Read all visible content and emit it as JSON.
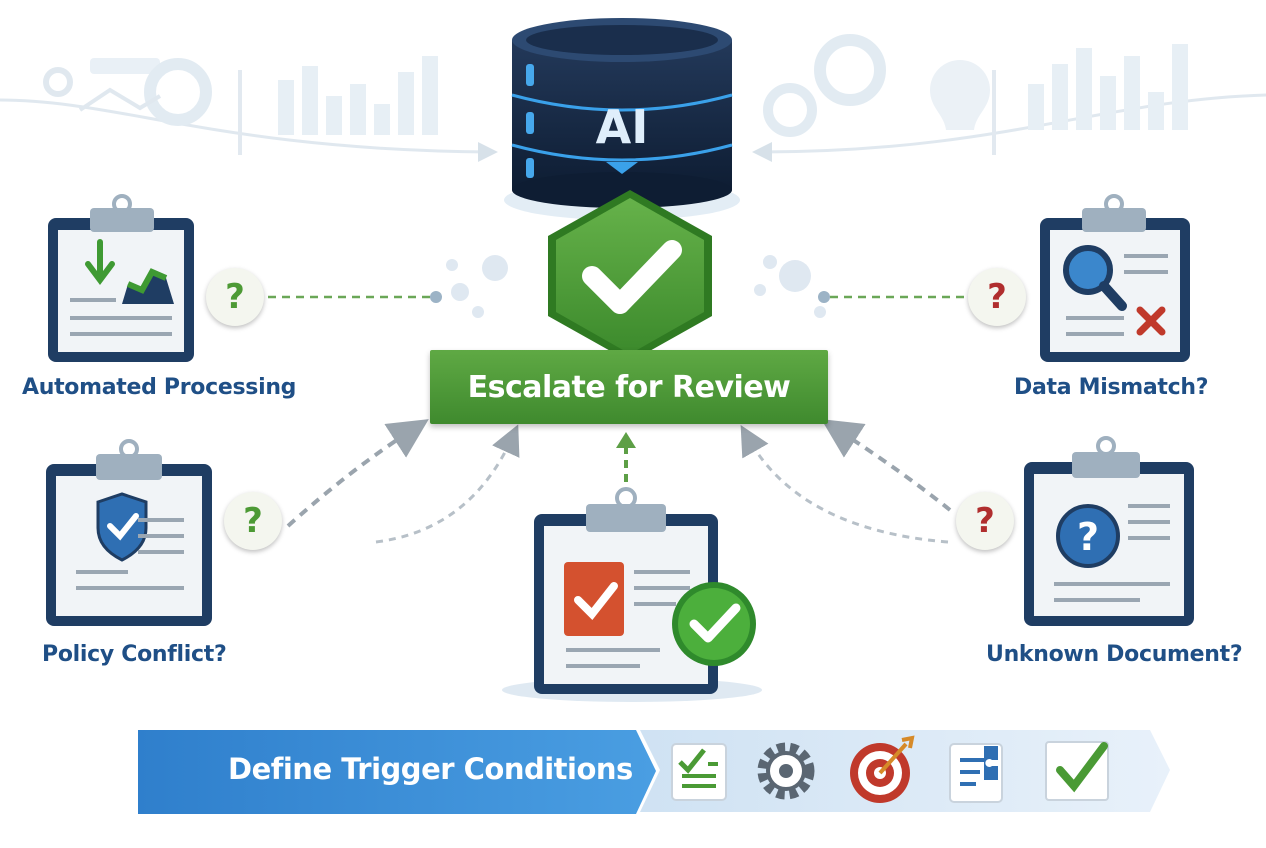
{
  "center": {
    "db_label": "AI",
    "escalate_label": "Escalate for Review"
  },
  "nodes": {
    "top_left": {
      "label": "Automated Processing",
      "badge": "?"
    },
    "mid_left": {
      "label": "Policy Conflict?",
      "badge": "?"
    },
    "top_right": {
      "label": "Data Mismatch?",
      "badge": "?"
    },
    "mid_right": {
      "label": "Unknown Document?",
      "badge": "?"
    }
  },
  "banner": {
    "label": "Define Trigger Conditions",
    "icons": [
      "checklist-icon",
      "gear-icon",
      "target-icon",
      "document-puzzle-icon",
      "checkbox-icon"
    ]
  },
  "colors": {
    "navy": "#1f3d63",
    "green": "#4a9a35",
    "blue_banner": "#3a8ed6",
    "label_blue": "#1f4f86",
    "red": "#b02e2e"
  }
}
